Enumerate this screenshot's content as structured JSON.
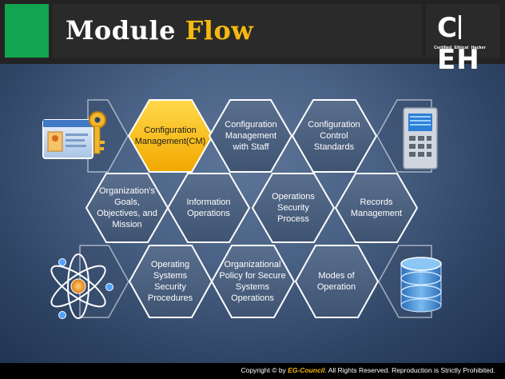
{
  "header": {
    "title_word1": "Module",
    "title_word2": "Flow"
  },
  "logo": {
    "letters": "C|EH",
    "sub_lines": "Certified  Ethical  Hacker"
  },
  "hexagons": [
    {
      "label": "Configuration Management(CM)",
      "active": true
    },
    {
      "label": "Configuration Management with Staff",
      "active": false
    },
    {
      "label": "Configuration Control Standards",
      "active": false
    },
    {
      "label": "Organization’s Goals, Objectives, and Mission",
      "active": false
    },
    {
      "label": "Information Operations",
      "active": false
    },
    {
      "label": "Operations Security Process",
      "active": false
    },
    {
      "label": "Records Management",
      "active": false
    },
    {
      "label": "Operating Systems Security Procedures",
      "active": false
    },
    {
      "label": "Organizational Policy for Secure Systems Operations",
      "active": false
    },
    {
      "label": "Modes of Operation",
      "active": false
    }
  ],
  "icons": {
    "top_left": "id-card-key-icon",
    "top_right": "keypad-lock-icon",
    "bottom_left": "atom-icon",
    "bottom_right": "database-icon"
  },
  "colors": {
    "accent": "#f6b911",
    "brand_green": "#11a54f",
    "hex_fill": "#4b5f7c"
  },
  "footer": {
    "prefix": "Copyright © by",
    "brand": "EG-Council",
    "suffix": ". All Rights Reserved.  Reproduction is Strictly Prohibited."
  }
}
